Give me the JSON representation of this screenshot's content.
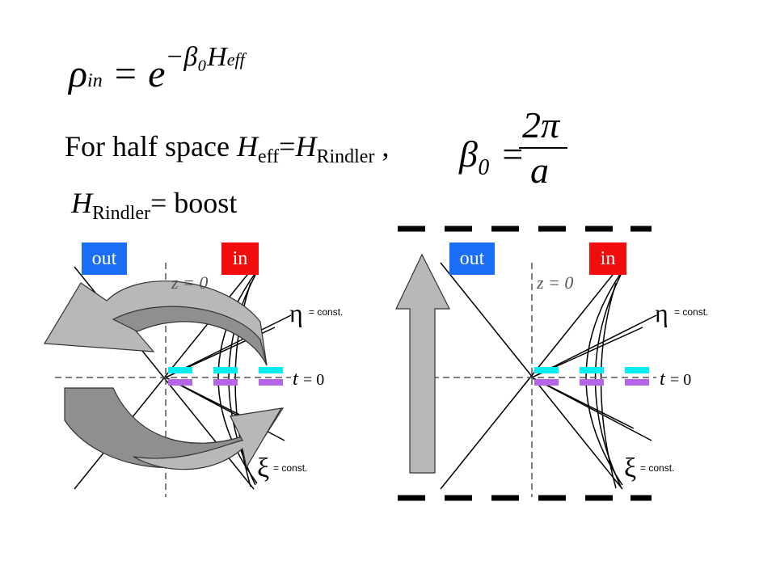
{
  "equation": {
    "rho": "ρ",
    "rho_sub": "in",
    "equals": " = e",
    "exponent": "−β₀H",
    "exponent_sub": "eff"
  },
  "line2": {
    "prefix": "For half space ",
    "h1": "H",
    "h1_sub": "eff",
    "mid": "=",
    "h2": "H",
    "h2_sub": "Rindler",
    "suffix": " ,"
  },
  "fraction": {
    "lhs": "β₀ =",
    "numerator": "2π",
    "denominator": "a"
  },
  "line3": {
    "h": "H",
    "h_sub": "Rindler",
    "rest": "= boost"
  },
  "left_diagram": {
    "out_label": "out",
    "in_label": "in",
    "z_label": "z = 0",
    "eta_symbol": "η",
    "eta_text": "= const.",
    "t_label": "t",
    "t_eq": "= 0",
    "xi_symbol": "ξ",
    "xi_text": "= const."
  },
  "right_diagram": {
    "out_label": "out",
    "in_label": "in",
    "z_label": "z = 0",
    "eta_symbol": "η",
    "eta_text": "= const.",
    "t_label": "t",
    "t_eq": "= 0",
    "xi_symbol": "ξ",
    "xi_text": "= const."
  },
  "colors": {
    "out_box": "#1a6ef5",
    "in_box": "#f20d0d",
    "cyan_dash": "#00f0f0",
    "purple_dash": "#b566e6",
    "arrow_light": "#b8b8b8",
    "arrow_dark": "#8f8f8f"
  }
}
